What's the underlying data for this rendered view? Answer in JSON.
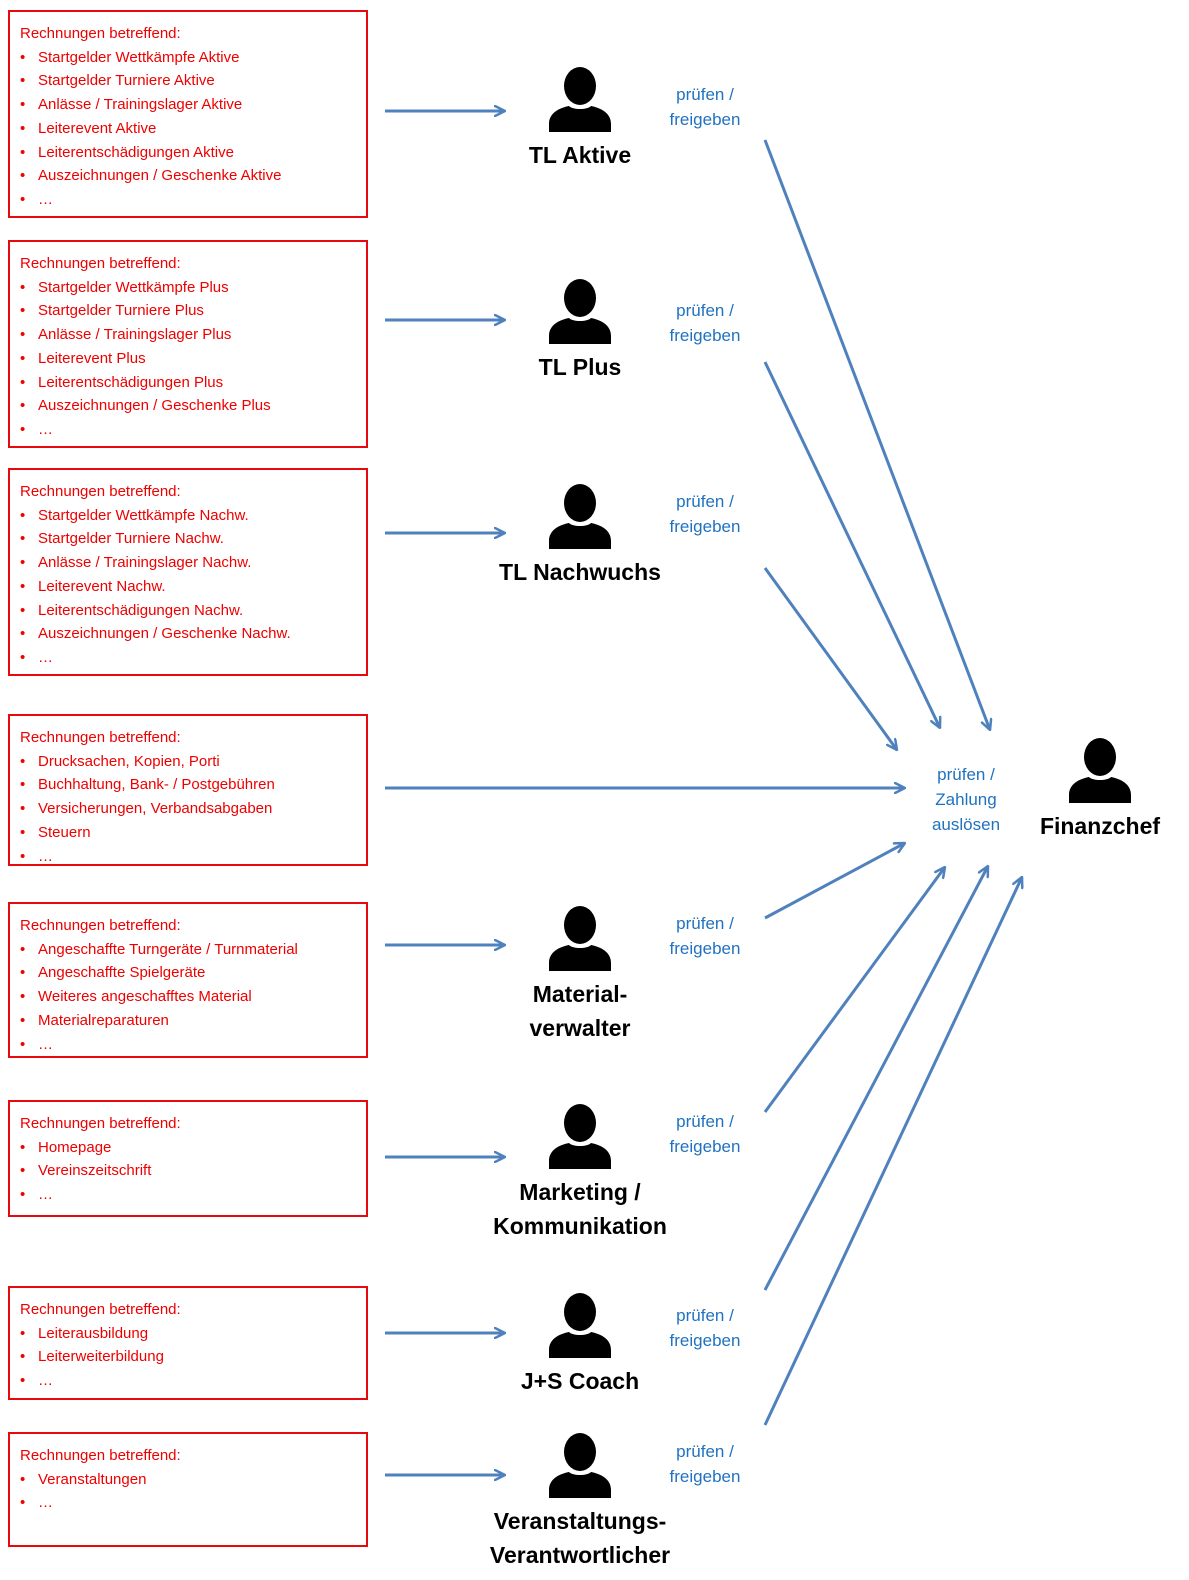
{
  "colors": {
    "arrow": "#4f81bd",
    "box_border": "#e8090f",
    "box_text": "#ee0000",
    "action_text": "#1f72c0"
  },
  "icon": "person-silhouette-icon",
  "boxes": [
    {
      "heading": "Rechnungen betreffend:",
      "items": [
        "Startgelder Wettkämpfe Aktive",
        "Startgelder Turniere Aktive",
        "Anlässe / Trainingslager Aktive",
        "Leiterevent Aktive",
        "Leiterentschädigungen Aktive",
        "Auszeichnungen / Geschenke Aktive",
        "…"
      ]
    },
    {
      "heading": "Rechnungen betreffend:",
      "items": [
        "Startgelder Wettkämpfe Plus",
        "Startgelder Turniere Plus",
        "Anlässe / Trainingslager Plus",
        "Leiterevent Plus",
        "Leiterentschädigungen Plus",
        "Auszeichnungen / Geschenke Plus",
        "…"
      ]
    },
    {
      "heading": "Rechnungen betreffend:",
      "items": [
        "Startgelder Wettkämpfe Nachw.",
        "Startgelder Turniere Nachw.",
        "Anlässe / Trainingslager Nachw.",
        "Leiterevent Nachw.",
        "Leiterentschädigungen Nachw.",
        "Auszeichnungen / Geschenke Nachw.",
        "…"
      ]
    },
    {
      "heading": "Rechnungen betreffend:",
      "items": [
        "Drucksachen, Kopien, Porti",
        "Buchhaltung, Bank- / Postgebühren",
        "Versicherungen, Verbandsabgaben",
        "Steuern",
        "…"
      ]
    },
    {
      "heading": "Rechnungen betreffend:",
      "items": [
        "Angeschaffte Turngeräte / Turnmaterial",
        "Angeschaffte Spielgeräte",
        "Weiteres angeschafftes Material",
        "Materialreparaturen",
        "…"
      ]
    },
    {
      "heading": "Rechnungen betreffend:",
      "items": [
        "Homepage",
        "Vereinszeitschrift",
        "…"
      ]
    },
    {
      "heading": "Rechnungen betreffend:",
      "items": [
        "Leiterausbildung",
        "Leiterweiterbildung",
        "…"
      ]
    },
    {
      "heading": "Rechnungen betreffend:",
      "items": [
        "Veranstaltungen",
        "…"
      ]
    }
  ],
  "persons": [
    {
      "name": "TL Aktive",
      "action": [
        "prüfen /",
        "freigeben"
      ]
    },
    {
      "name": "TL Plus",
      "action": [
        "prüfen /",
        "freigeben"
      ]
    },
    {
      "name": "TL Nachwuchs",
      "action": [
        "prüfen /",
        "freigeben"
      ]
    },
    {
      "name": "Material-\nverwalter",
      "action": [
        "prüfen /",
        "freigeben"
      ]
    },
    {
      "name": "Marketing /\nKommunikation",
      "action": [
        "prüfen /",
        "freigeben"
      ]
    },
    {
      "name": "J+S Coach",
      "action": [
        "prüfen /",
        "freigeben"
      ]
    },
    {
      "name": "Veranstaltungs-\nVerantwortlicher",
      "action": [
        "prüfen /",
        "freigeben"
      ]
    }
  ],
  "finance": {
    "name": "Finanzchef",
    "action": [
      "prüfen /",
      "Zahlung",
      "auslösen"
    ]
  }
}
